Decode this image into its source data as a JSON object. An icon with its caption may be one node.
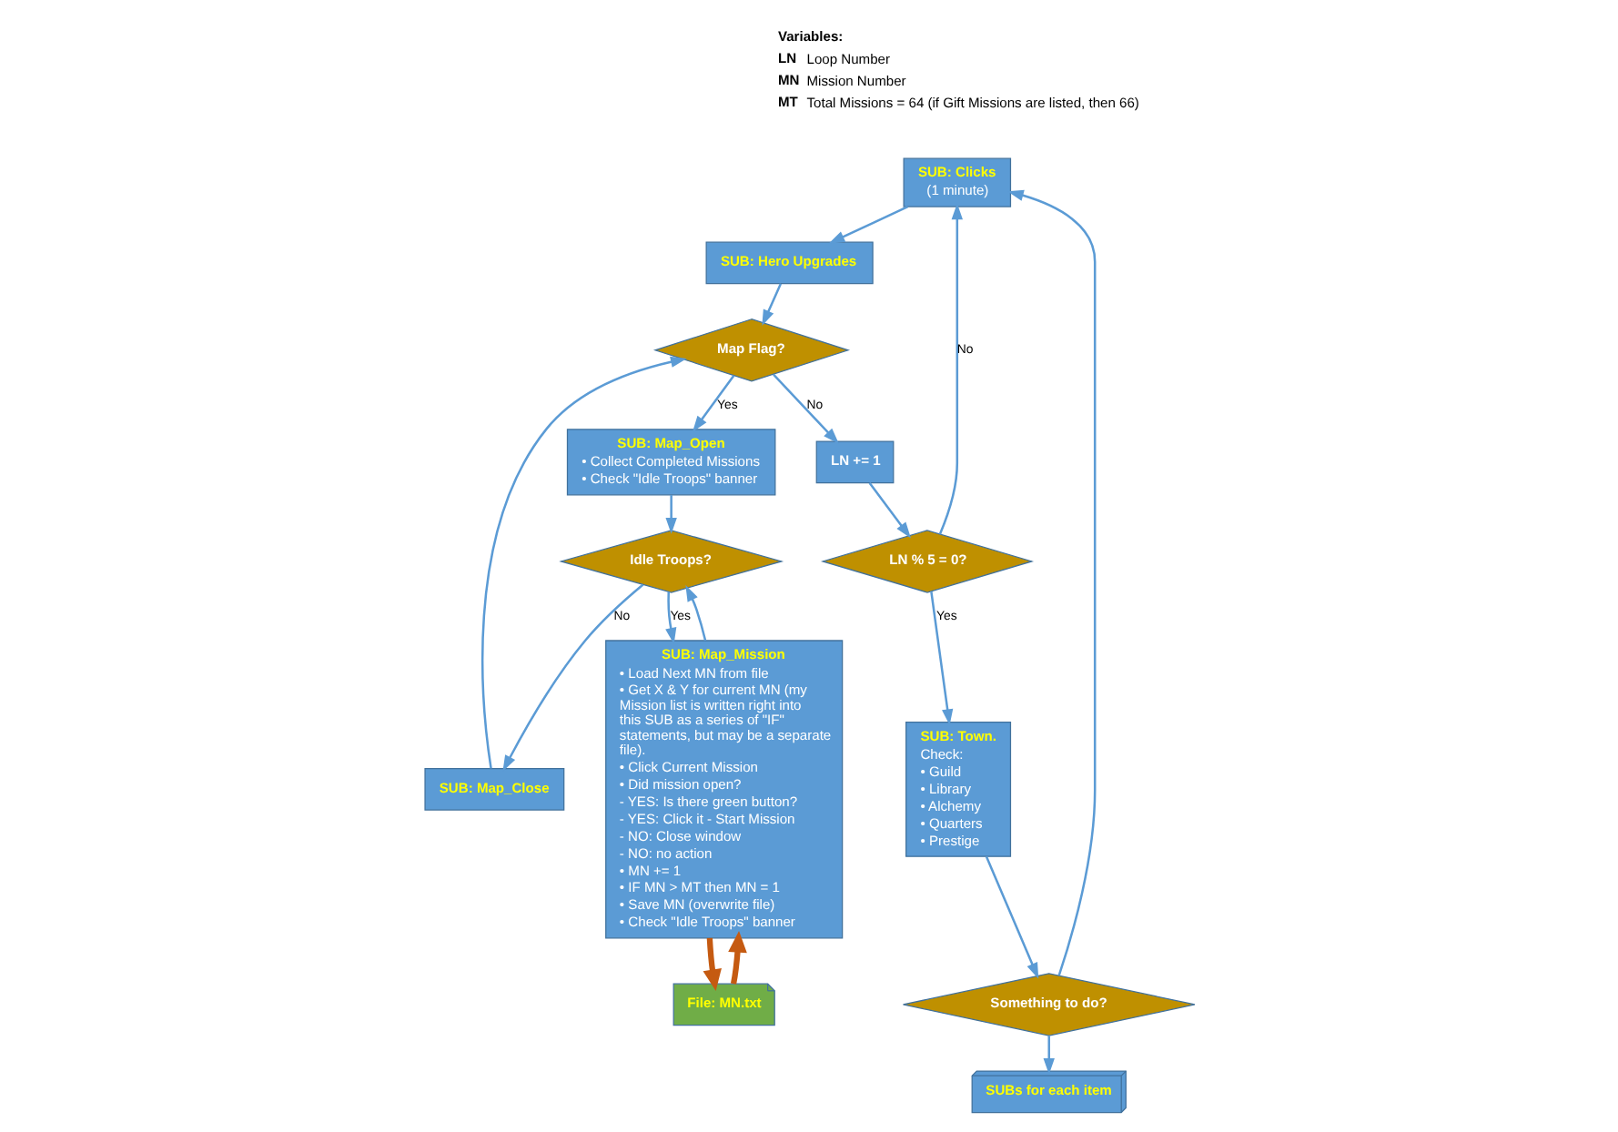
{
  "diagram": {
    "nodes": [
      {
        "text": [
          "SUB: Clicks",
          "(1 minute)"
        ]
      },
      {
        "text": [
          "SUB: Hero Upgrades"
        ]
      },
      {
        "text": [
          "Map Flag?"
        ]
      },
      {
        "text": [
          "SUB: Map_Open",
          "• Collect Completed Missions",
          "• Check \"Idle Troops\" banner"
        ]
      },
      {
        "text": [
          "Idle Troops?"
        ]
      },
      {
        "text": [
          "SUB: Map_Close"
        ]
      },
      {
        "text": [
          "LN += 1"
        ]
      },
      {
        "text": [
          "LN % 5 = 0?"
        ]
      },
      {
        "text": [
          "SUB: Town.",
          "Check:",
          "• Guild",
          "• Library",
          "• Alchemy",
          "• Quarters",
          "• Prestige"
        ]
      },
      {
        "text": [
          "Something to do?"
        ]
      },
      {
        "text": [
          "SUBs for each item"
        ]
      },
      {
        "text": [
          "SUB: Map_Mission",
          "• Load Next MN from file",
          "• Get X & Y for current MN (my Mission list is written right into this SUB as a series of \"IF\" statements, but may be a separate file).",
          "• Click Current Mission",
          "• Did mission open?",
          "- YES: Is there green button?",
          "- YES: Click it - Start Mission",
          "- NO: Close window",
          "- NO: no action",
          "• MN += 1",
          "• IF MN > MT then MN = 1",
          "• Save MN (overwrite file)",
          "• Check \"Idle Troops\" banner"
        ]
      },
      {
        "text": [
          "File: MN.txt"
        ]
      }
    ],
    "edges": [
      {
        "from": 0,
        "to": 1,
        "arrow": "to"
      },
      {
        "from": 1,
        "to": 2,
        "arrow": "to"
      },
      {
        "from": 2,
        "to": 3,
        "arrow": "to",
        "label": "Yes"
      },
      {
        "from": 2,
        "to": 6,
        "arrow": "to",
        "label": "No"
      },
      {
        "from": 3,
        "to": 4,
        "arrow": "to"
      },
      {
        "from": 4,
        "to": 11,
        "arrow": "to",
        "label": "Yes"
      },
      {
        "from": 4,
        "to": 5,
        "arrow": "to",
        "label": "No"
      },
      {
        "from": 5,
        "to": 2,
        "arrow": "to"
      },
      {
        "from": 11,
        "to": 4,
        "arrow": "to"
      },
      {
        "from": 6,
        "to": 7,
        "arrow": "to"
      },
      {
        "from": 7,
        "to": 8,
        "arrow": "to",
        "label": "Yes"
      },
      {
        "from": 7,
        "to": 0,
        "arrow": "to",
        "label": "No"
      },
      {
        "from": 8,
        "to": 9,
        "arrow": "to"
      },
      {
        "from": 9,
        "to": 0,
        "arrow": "to"
      },
      {
        "from": 9,
        "to": 10,
        "arrow": "to"
      },
      {
        "from": 12,
        "to": 11,
        "arrow": "to",
        "style": "thick",
        "color": "#c55a11"
      },
      {
        "from": 11,
        "to": 12,
        "arrow": "to",
        "style": "thick",
        "color": "#c55a11"
      }
    ],
    "labels": [
      "Variables:",
      "LN",
      "Loop Number",
      "MN",
      "Mission Number",
      "MT",
      "Total Missions = 64 (if Gift Missions are listed, then 66)"
    ]
  }
}
